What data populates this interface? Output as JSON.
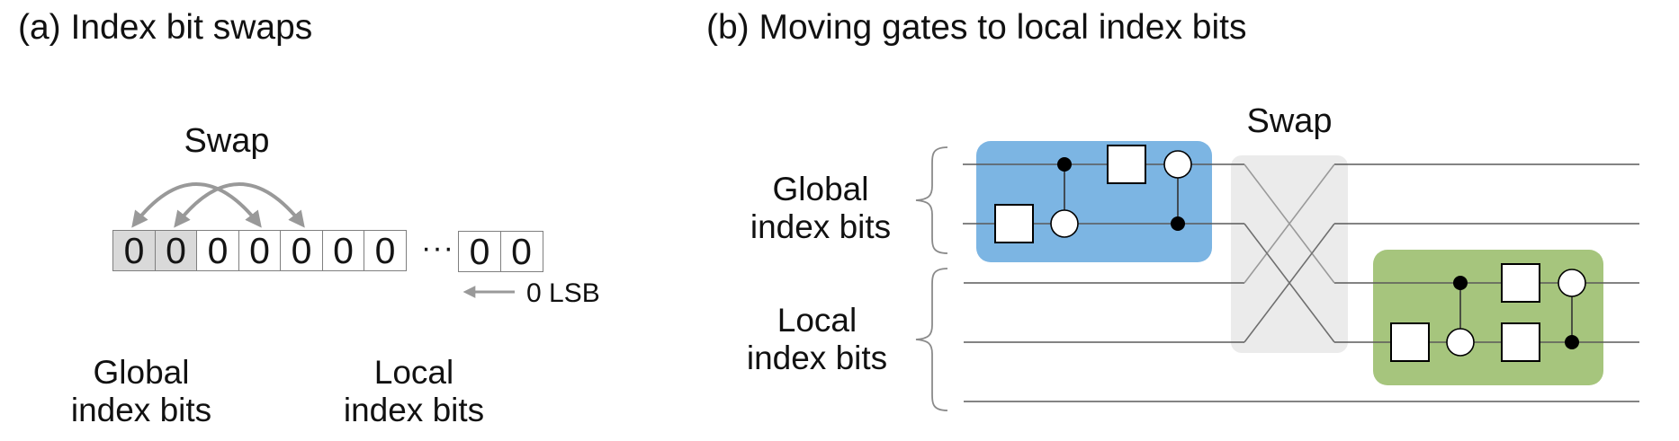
{
  "panel_a": {
    "title": "(a) Index bit swaps",
    "swap_label": "Swap",
    "bits_main": [
      "0",
      "0",
      "0",
      "0",
      "0",
      "0",
      "0"
    ],
    "bits_tail": [
      "0",
      "0"
    ],
    "ellipsis": "···",
    "lsb_label": "0 LSB",
    "global_label_line1": "Global",
    "global_label_line2": "index bits",
    "local_label_line1": "Local",
    "local_label_line2": "index bits"
  },
  "panel_b": {
    "title": "(b) Moving gates to local index bits",
    "swap_label": "Swap",
    "global_label_line1": "Global",
    "global_label_line2": "index bits",
    "local_label_line1": "Local",
    "local_label_line2": "index bits"
  },
  "colors": {
    "global_gates_box": "#7cb5e3",
    "local_gates_box": "#a6c57d",
    "swap_box": "#ebebeb",
    "shaded_cell": "#d9d9d9",
    "arrow_gray": "#999999",
    "wire": "#5a5a5a"
  }
}
